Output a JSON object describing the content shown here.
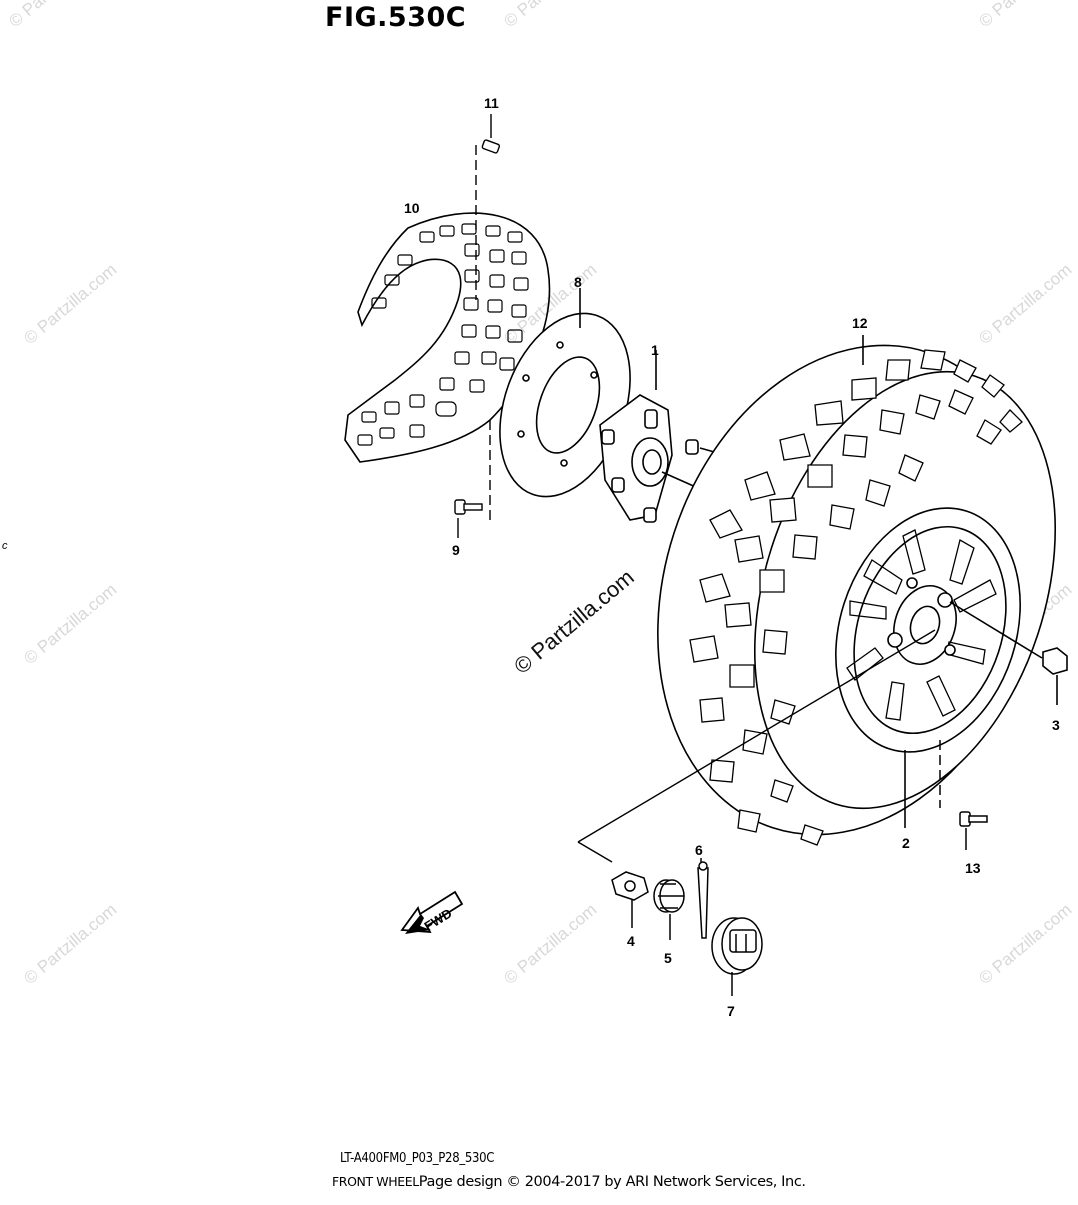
{
  "figure": {
    "title": "FIG.530C",
    "callouts": [
      {
        "id": "1",
        "part": "hub"
      },
      {
        "id": "2",
        "part": "wheel"
      },
      {
        "id": "3",
        "part": "nut"
      },
      {
        "id": "4",
        "part": "washer"
      },
      {
        "id": "5",
        "part": "castle-nut"
      },
      {
        "id": "6",
        "part": "cotter-pin"
      },
      {
        "id": "7",
        "part": "hub-cap"
      },
      {
        "id": "8",
        "part": "brake-disc"
      },
      {
        "id": "9",
        "part": "disc-bolt"
      },
      {
        "id": "10",
        "part": "disc-cover"
      },
      {
        "id": "11",
        "part": "cover-bolt"
      },
      {
        "id": "12",
        "part": "tire"
      },
      {
        "id": "13",
        "part": "valve"
      }
    ],
    "direction_label": "FWD",
    "watermark": "© Partzilla.com",
    "stray_mark": "c"
  },
  "footer": {
    "model_code": "LT-A400FM0_P03_P28_530C",
    "section_label": "FRONT WHEEL",
    "copyright": "Page design © 2004-2017 by ARI Network Services, Inc."
  }
}
